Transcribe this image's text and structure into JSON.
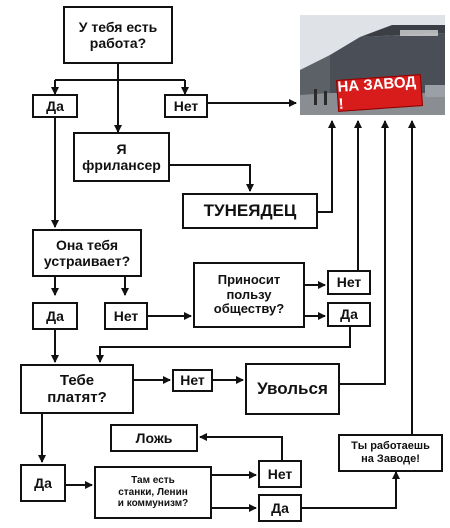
{
  "nodes": {
    "q_work": "У тебя есть\nработа?",
    "yes1": "Да",
    "no1": "Нет",
    "freelancer": "Я\nфрилансер",
    "parasite": "ТУНЕЯДЕЦ",
    "q_satisfies": "Она тебя\nустраивает?",
    "q_useful": "Приносит\nпользу\nобществу?",
    "useful_no": "Нет",
    "yes2": "Да",
    "no2": "Нет",
    "useful_yes": "Да",
    "q_paid": "Тебе\nплатят?",
    "paid_no": "Нет",
    "quit": "Уволься",
    "lie": "Ложь",
    "yes3": "Да",
    "q_machines": "Там есть\nстанки, Ленин\nи коммунизм?",
    "machines_no": "Нет",
    "machines_yes": "Да",
    "at_factory": "Ты работаешь\nна Заводе!"
  },
  "photo": {
    "sign_text": "НА ЗАВОД !",
    "colors": {
      "sky": "#dfe3e8",
      "building": "#4a4f57",
      "sign": "#d81b1b"
    }
  }
}
